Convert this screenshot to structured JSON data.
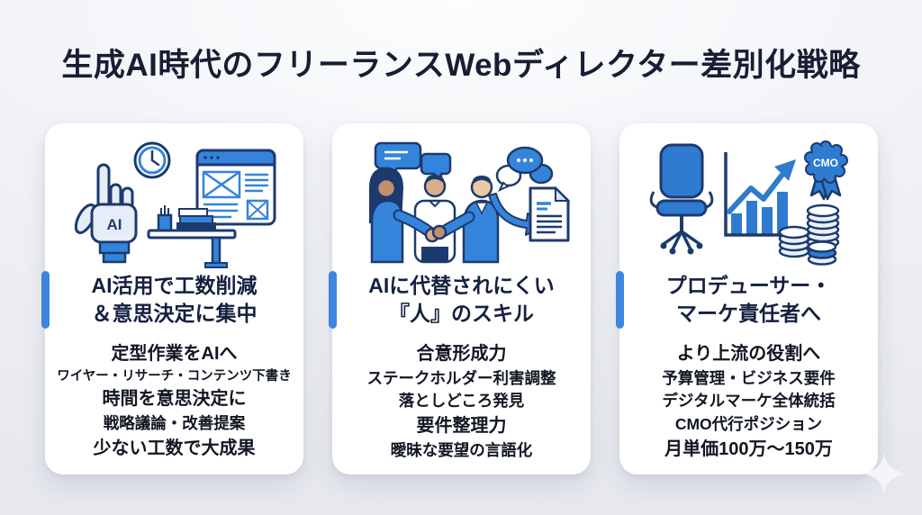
{
  "title": "生成AI時代のフリーランスWebディレクター差別化戦略",
  "colors": {
    "page_bg": "#e8eaf0",
    "card_bg": "#ffffff",
    "accent_bar": "#3d85e0",
    "primary_blue": "#3584db",
    "navy_outline": "#1d3a6e",
    "title_text": "#171e34",
    "body_text": "#111722"
  },
  "icons": {
    "card1": [
      "clock-icon",
      "ai-robot-hand-icon",
      "desk-icon",
      "browser-wireframe-icon"
    ],
    "card2": [
      "speech-bubbles-icon",
      "handshake-people-icon",
      "chat-bubbles-icon",
      "curved-arrow-icon",
      "document-icon"
    ],
    "card3": [
      "office-chair-icon",
      "growth-chart-icon",
      "cmo-badge-icon",
      "coins-icon"
    ],
    "decoration": [
      "sparkle-icon"
    ]
  },
  "cards": [
    {
      "name": "ai-utilization",
      "illustration": "ai-robot-hand-desk-browser",
      "ai_label": "AI",
      "heading_lines": [
        "AI活用で工数削減",
        "＆意思決定に集中"
      ],
      "body": [
        {
          "text": "定型作業をAIへ",
          "emphasis": "strong"
        },
        {
          "text": "ワイヤー・リサーチ・コンテンツ下書き",
          "emphasis": "sub"
        },
        {
          "text": "時間を意思決定に",
          "emphasis": "strong"
        },
        {
          "text": "戦略議論・改善提案",
          "emphasis": "mid"
        },
        {
          "text": "少ない工数で大成果",
          "emphasis": "strong"
        }
      ]
    },
    {
      "name": "human-skills",
      "illustration": "handshake-people-chat-document",
      "heading_lines": [
        "AIに代替されにくい",
        "『人』のスキル"
      ],
      "body": [
        {
          "text": "合意形成力",
          "emphasis": "strong"
        },
        {
          "text": "ステークホルダー利害調整",
          "emphasis": "mid"
        },
        {
          "text": "落としどころ発見",
          "emphasis": "mid"
        },
        {
          "text": "要件整理力",
          "emphasis": "strong"
        },
        {
          "text": "曖昧な要望の言語化",
          "emphasis": "mid"
        }
      ]
    },
    {
      "name": "producer-cmo",
      "illustration": "chair-growth-chart-cmo-badge-coins",
      "badge_label": "CMO",
      "heading_lines": [
        "プロデューサー・",
        "マーケ責任者へ"
      ],
      "body": [
        {
          "text": "より上流の役割へ",
          "emphasis": "strong"
        },
        {
          "text": "予算管理・ビジネス要件",
          "emphasis": "mid"
        },
        {
          "text": "デジタルマーケ全体統括",
          "emphasis": "mid"
        },
        {
          "text": "CMO代行ポジション",
          "emphasis": "mid"
        },
        {
          "text": "月単価100万～150万",
          "emphasis": "strong"
        }
      ]
    }
  ]
}
